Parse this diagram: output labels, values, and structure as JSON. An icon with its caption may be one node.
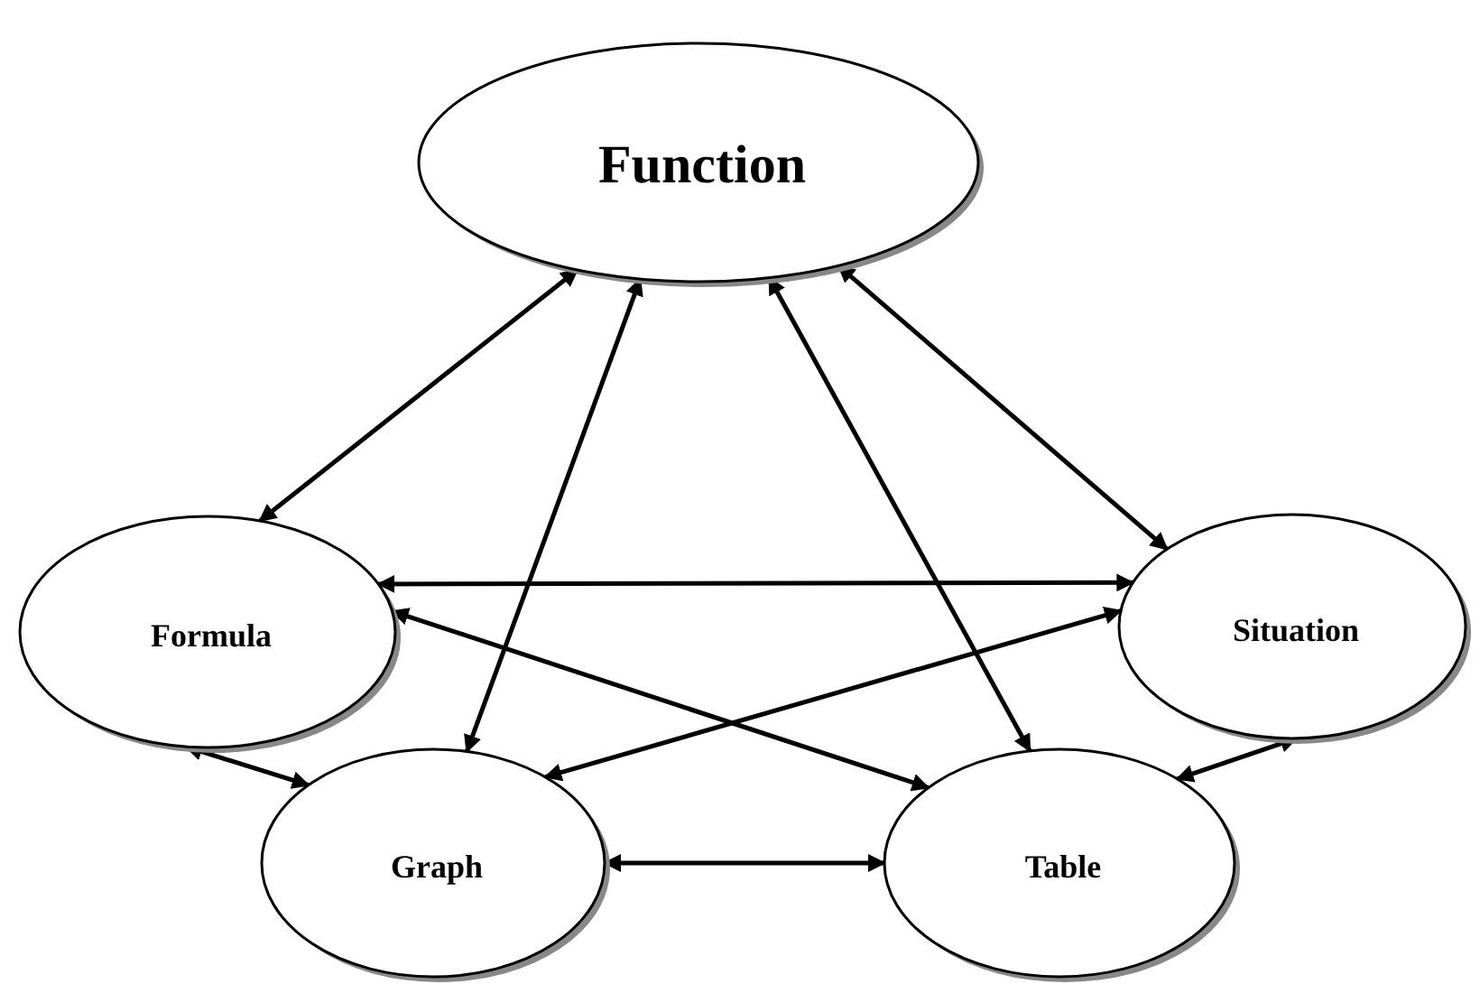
{
  "diagram": {
    "nodes": [
      {
        "text": [
          "Function"
        ]
      },
      {
        "text": [
          "Formula"
        ]
      },
      {
        "text": [
          "Situation"
        ]
      },
      {
        "text": [
          "Graph"
        ]
      },
      {
        "text": [
          "Table"
        ]
      }
    ],
    "edges": [
      {
        "from": 0,
        "to": 1,
        "arrow": "both"
      },
      {
        "from": 0,
        "to": 3,
        "arrow": "both"
      },
      {
        "from": 0,
        "to": 4,
        "arrow": "both"
      },
      {
        "from": 0,
        "to": 2,
        "arrow": "both"
      },
      {
        "from": 1,
        "to": 2,
        "arrow": "both"
      },
      {
        "from": 1,
        "to": 4,
        "arrow": "both"
      },
      {
        "from": 2,
        "to": 3,
        "arrow": "both"
      },
      {
        "from": 1,
        "to": 3,
        "arrow": "both"
      },
      {
        "from": 3,
        "to": 4,
        "arrow": "both"
      },
      {
        "from": 4,
        "to": 2,
        "arrow": "both"
      }
    ]
  }
}
